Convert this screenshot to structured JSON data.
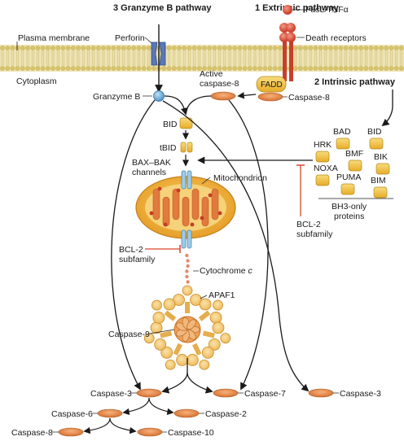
{
  "headers": {
    "granzyme": "3  Granzyme B pathway",
    "extrinsic": "1  Extrinsic pathway",
    "intrinsic": "2  Intrinsic pathway"
  },
  "labels": {
    "plasma_membrane": "Plasma membrane",
    "cytoplasm": "Cytoplasm",
    "perforin": "Perforin",
    "fasl": "FasL/TNFα",
    "death_receptors": "Death receptors",
    "granzyme_b": "Granzyme B",
    "active_caspase8_l1": "Active",
    "active_caspase8_l2": "caspase-8",
    "fadd": "FADD",
    "caspase8_right": "Caspase-8",
    "bid": "BID",
    "tbid": "tBID",
    "bax_bak_l1": "BAX–BAK",
    "bax_bak_l2": "channels",
    "mitochondrion": "Mitochondrion",
    "bcl2_left_l1": "BCL-2",
    "bcl2_left_l2": "subfamily",
    "bcl2_right_l1": "BCL-2",
    "bcl2_right_l2": "subfamily",
    "cytochrome_c": "Cytochrome ",
    "cytochrome_c_italic": "c",
    "apaf1": "APAF1",
    "caspase9": "Caspase-9",
    "caspase3_left": "Caspase-3",
    "caspase7": "Caspase-7",
    "caspase3_right": "Caspase-3",
    "caspase6": "Caspase-6",
    "caspase2": "Caspase-2",
    "caspase8_bottom": "Caspase-8",
    "caspase10": "Caspase-10",
    "bh3_l1": "BH3-only",
    "bh3_l2": "proteins"
  },
  "bh3_proteins": [
    "BAD",
    "BID",
    "HRK",
    "BMF",
    "BIK",
    "NOXA",
    "PUMA",
    "BIM"
  ],
  "colors": {
    "membrane": "#e8dca4",
    "caspase": "#e8894a",
    "bh3_box": "#f2c44a",
    "inhibit_red": "#d9462b",
    "mito_outer": "#f0b13a",
    "mito_inner": "#e06a3a",
    "channel_blue": "#8ec1e2",
    "receptor_red": "#d8503a"
  }
}
